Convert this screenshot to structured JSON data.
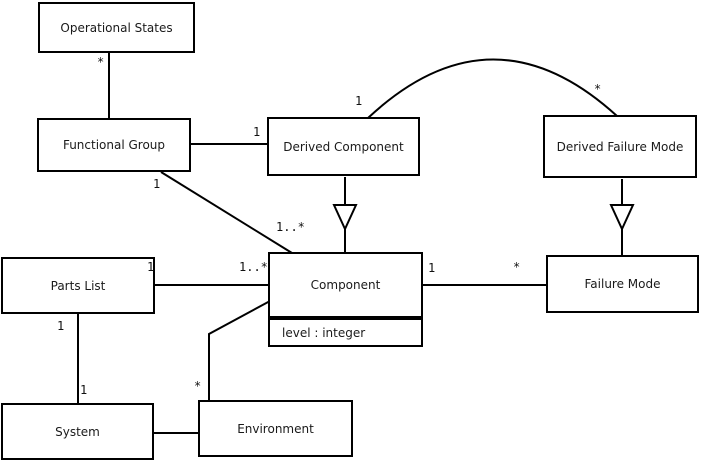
{
  "diagram": {
    "kind": "uml-class-diagram",
    "colors": {
      "background": "#ffffff",
      "line": "#000000",
      "text": "#1a1a1a"
    },
    "classes": [
      {
        "name": "Operational States"
      },
      {
        "name": "Functional Group"
      },
      {
        "name": "Derived Component"
      },
      {
        "name": "Derived Failure Mode"
      },
      {
        "name": "Parts List"
      },
      {
        "name": "Component",
        "attributes": [
          "level : integer"
        ]
      },
      {
        "name": "Failure Mode"
      },
      {
        "name": "System"
      },
      {
        "name": "Environment"
      }
    ],
    "associations": [
      {
        "a": "Operational States",
        "b": "Functional Group",
        "mult_a": "*",
        "mult_b": ""
      },
      {
        "a": "Functional Group",
        "b": "Derived Component",
        "mult_a": "",
        "mult_b": "1"
      },
      {
        "a": "Functional Group",
        "b": "Component",
        "mult_a": "1",
        "mult_b": "1..*"
      },
      {
        "a": "Parts List",
        "b": "Component",
        "mult_a": "1",
        "mult_b": "1..*"
      },
      {
        "a": "Component",
        "b": "Failure Mode",
        "mult_a": "1",
        "mult_b": "*"
      },
      {
        "a": "Parts List",
        "b": "System",
        "mult_a": "1",
        "mult_b": "1"
      },
      {
        "a": "System",
        "b": "Environment",
        "mult_a": "",
        "mult_b": ""
      },
      {
        "a": "Environment",
        "b": "Component",
        "mult_a": "*",
        "mult_b": ""
      },
      {
        "a": "Derived Component",
        "b": "Derived Failure Mode",
        "mult_a": "1",
        "mult_b": "*",
        "style": "arc"
      }
    ],
    "generalizations": [
      {
        "child": "Derived Component",
        "parent": "Component"
      },
      {
        "child": "Derived Failure Mode",
        "parent": "Failure Mode"
      }
    ],
    "edge_labels": [
      {
        "text": "*",
        "edge": "operational-states/functional-group"
      },
      {
        "text": "1",
        "edge": "functional-group/derived-component"
      },
      {
        "text": "1",
        "edge": "functional-group/component (group end)"
      },
      {
        "text": "1..*",
        "edge": "functional-group/component (component end)"
      },
      {
        "text": "1",
        "edge": "parts-list/component (parts-list end)"
      },
      {
        "text": "1..*",
        "edge": "parts-list/component (component end)"
      },
      {
        "text": "1",
        "edge": "component/failure-mode (component end)"
      },
      {
        "text": "*",
        "edge": "component/failure-mode (failure-mode end)"
      },
      {
        "text": "1",
        "edge": "parts-list/system (parts-list end)"
      },
      {
        "text": "1",
        "edge": "parts-list/system (system end)"
      },
      {
        "text": "*",
        "edge": "environment/component (environment end)"
      },
      {
        "text": "1",
        "edge": "derived-component/derived-failure-mode (component end)"
      },
      {
        "text": "*",
        "edge": "derived-component/derived-failure-mode (failure-mode end)"
      }
    ]
  }
}
